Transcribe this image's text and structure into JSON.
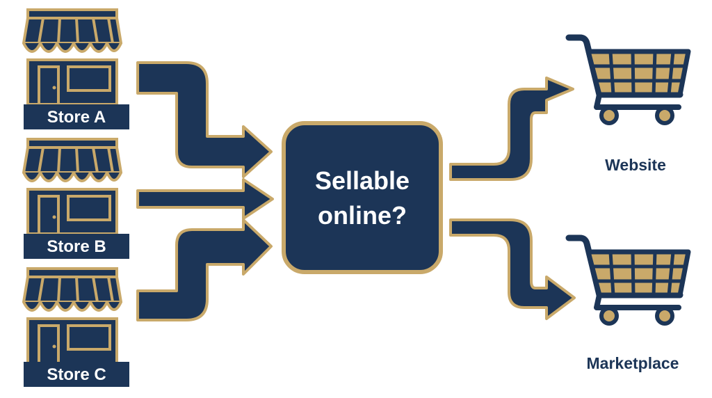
{
  "colors": {
    "navy": "#1c3557",
    "gold": "#c9a96a",
    "background": "#ffffff",
    "text_on_navy": "#ffffff"
  },
  "stores": [
    {
      "label": "Store A",
      "icon": "storefront-icon"
    },
    {
      "label": "Store B",
      "icon": "storefront-icon"
    },
    {
      "label": "Store C",
      "icon": "storefront-icon"
    }
  ],
  "decision": {
    "line1": "Sellable",
    "line2": "online?"
  },
  "destinations": [
    {
      "label": "Website",
      "icon": "shopping-cart-icon"
    },
    {
      "label": "Marketplace",
      "icon": "shopping-cart-icon"
    }
  ]
}
